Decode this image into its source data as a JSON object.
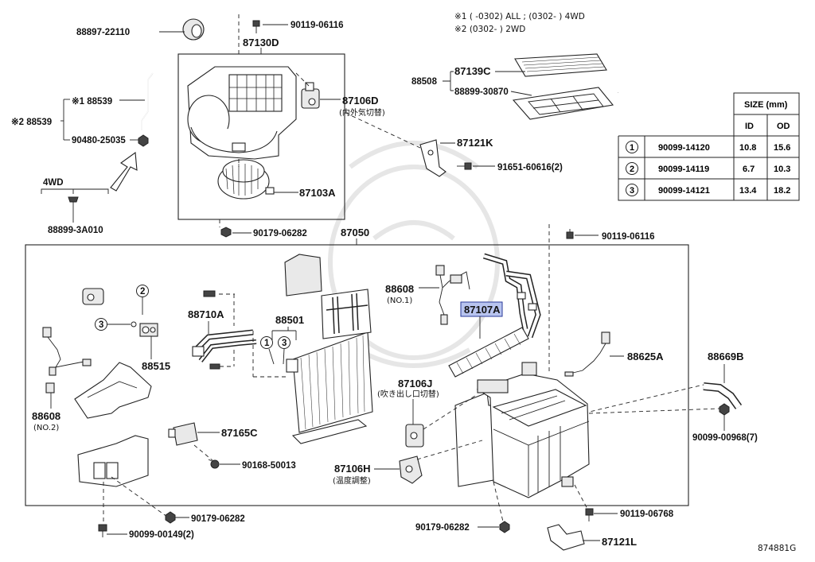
{
  "notes": {
    "n1": "※1 (      -0302) ALL ; (0302-      ) 4WD",
    "n2": "※2 (0302-      ) 2WD"
  },
  "drawing_id": "874881G",
  "labels": {
    "p88897": "88897-22110",
    "p90119a": "90119-06116",
    "p87130D": "87130D",
    "p88539_1": "※1 88539",
    "p88539_2": "※2 88539",
    "p90480": "90480-25035",
    "p4wd": "4WD",
    "p88899_3a": "88899-3A010",
    "p87106D": "87106D",
    "p87106D_sub": "(内外気切替)",
    "p87103A": "87103A",
    "p90179a": "90179-06282",
    "p88508": "88508",
    "p87139C": "87139C",
    "p88899_30870": "88899-30870",
    "p87121K": "87121K",
    "p91651": "91651-60616(2)",
    "p87050": "87050",
    "p90119b": "90119-06116",
    "p88608a": "88608",
    "p88608a_sub": "(NO.1)",
    "p87107A": "87107A",
    "p88710A": "88710A",
    "p88501": "88501",
    "p88515": "88515",
    "p88625A": "88625A",
    "p88669B": "88669B",
    "p87106J": "87106J",
    "p87106J_sub": "(吹き出し口切替)",
    "p88608b": "88608",
    "p88608b_sub": "(NO.2)",
    "p87165C": "87165C",
    "p90168": "90168-50013",
    "p87106H": "87106H",
    "p87106H_sub": "(温度調整)",
    "p90099_968": "90099-00968(7)",
    "p90179b": "90179-06282",
    "p90099_149": "90099-00149(2)",
    "p90179c": "90179-06282",
    "p90119c": "90119-06768",
    "p87121L": "87121L",
    "c1": "1",
    "c2": "2",
    "c3": "3"
  },
  "size_table": {
    "title": "SIZE (mm)",
    "col_id": "ID",
    "col_od": "OD",
    "rows": [
      {
        "no": "1",
        "part": "90099-14120",
        "id": "10.8",
        "od": "15.6"
      },
      {
        "no": "2",
        "part": "90099-14119",
        "id": "6.7",
        "od": "10.3"
      },
      {
        "no": "3",
        "part": "90099-14121",
        "id": "13.4",
        "od": "18.2"
      }
    ]
  }
}
